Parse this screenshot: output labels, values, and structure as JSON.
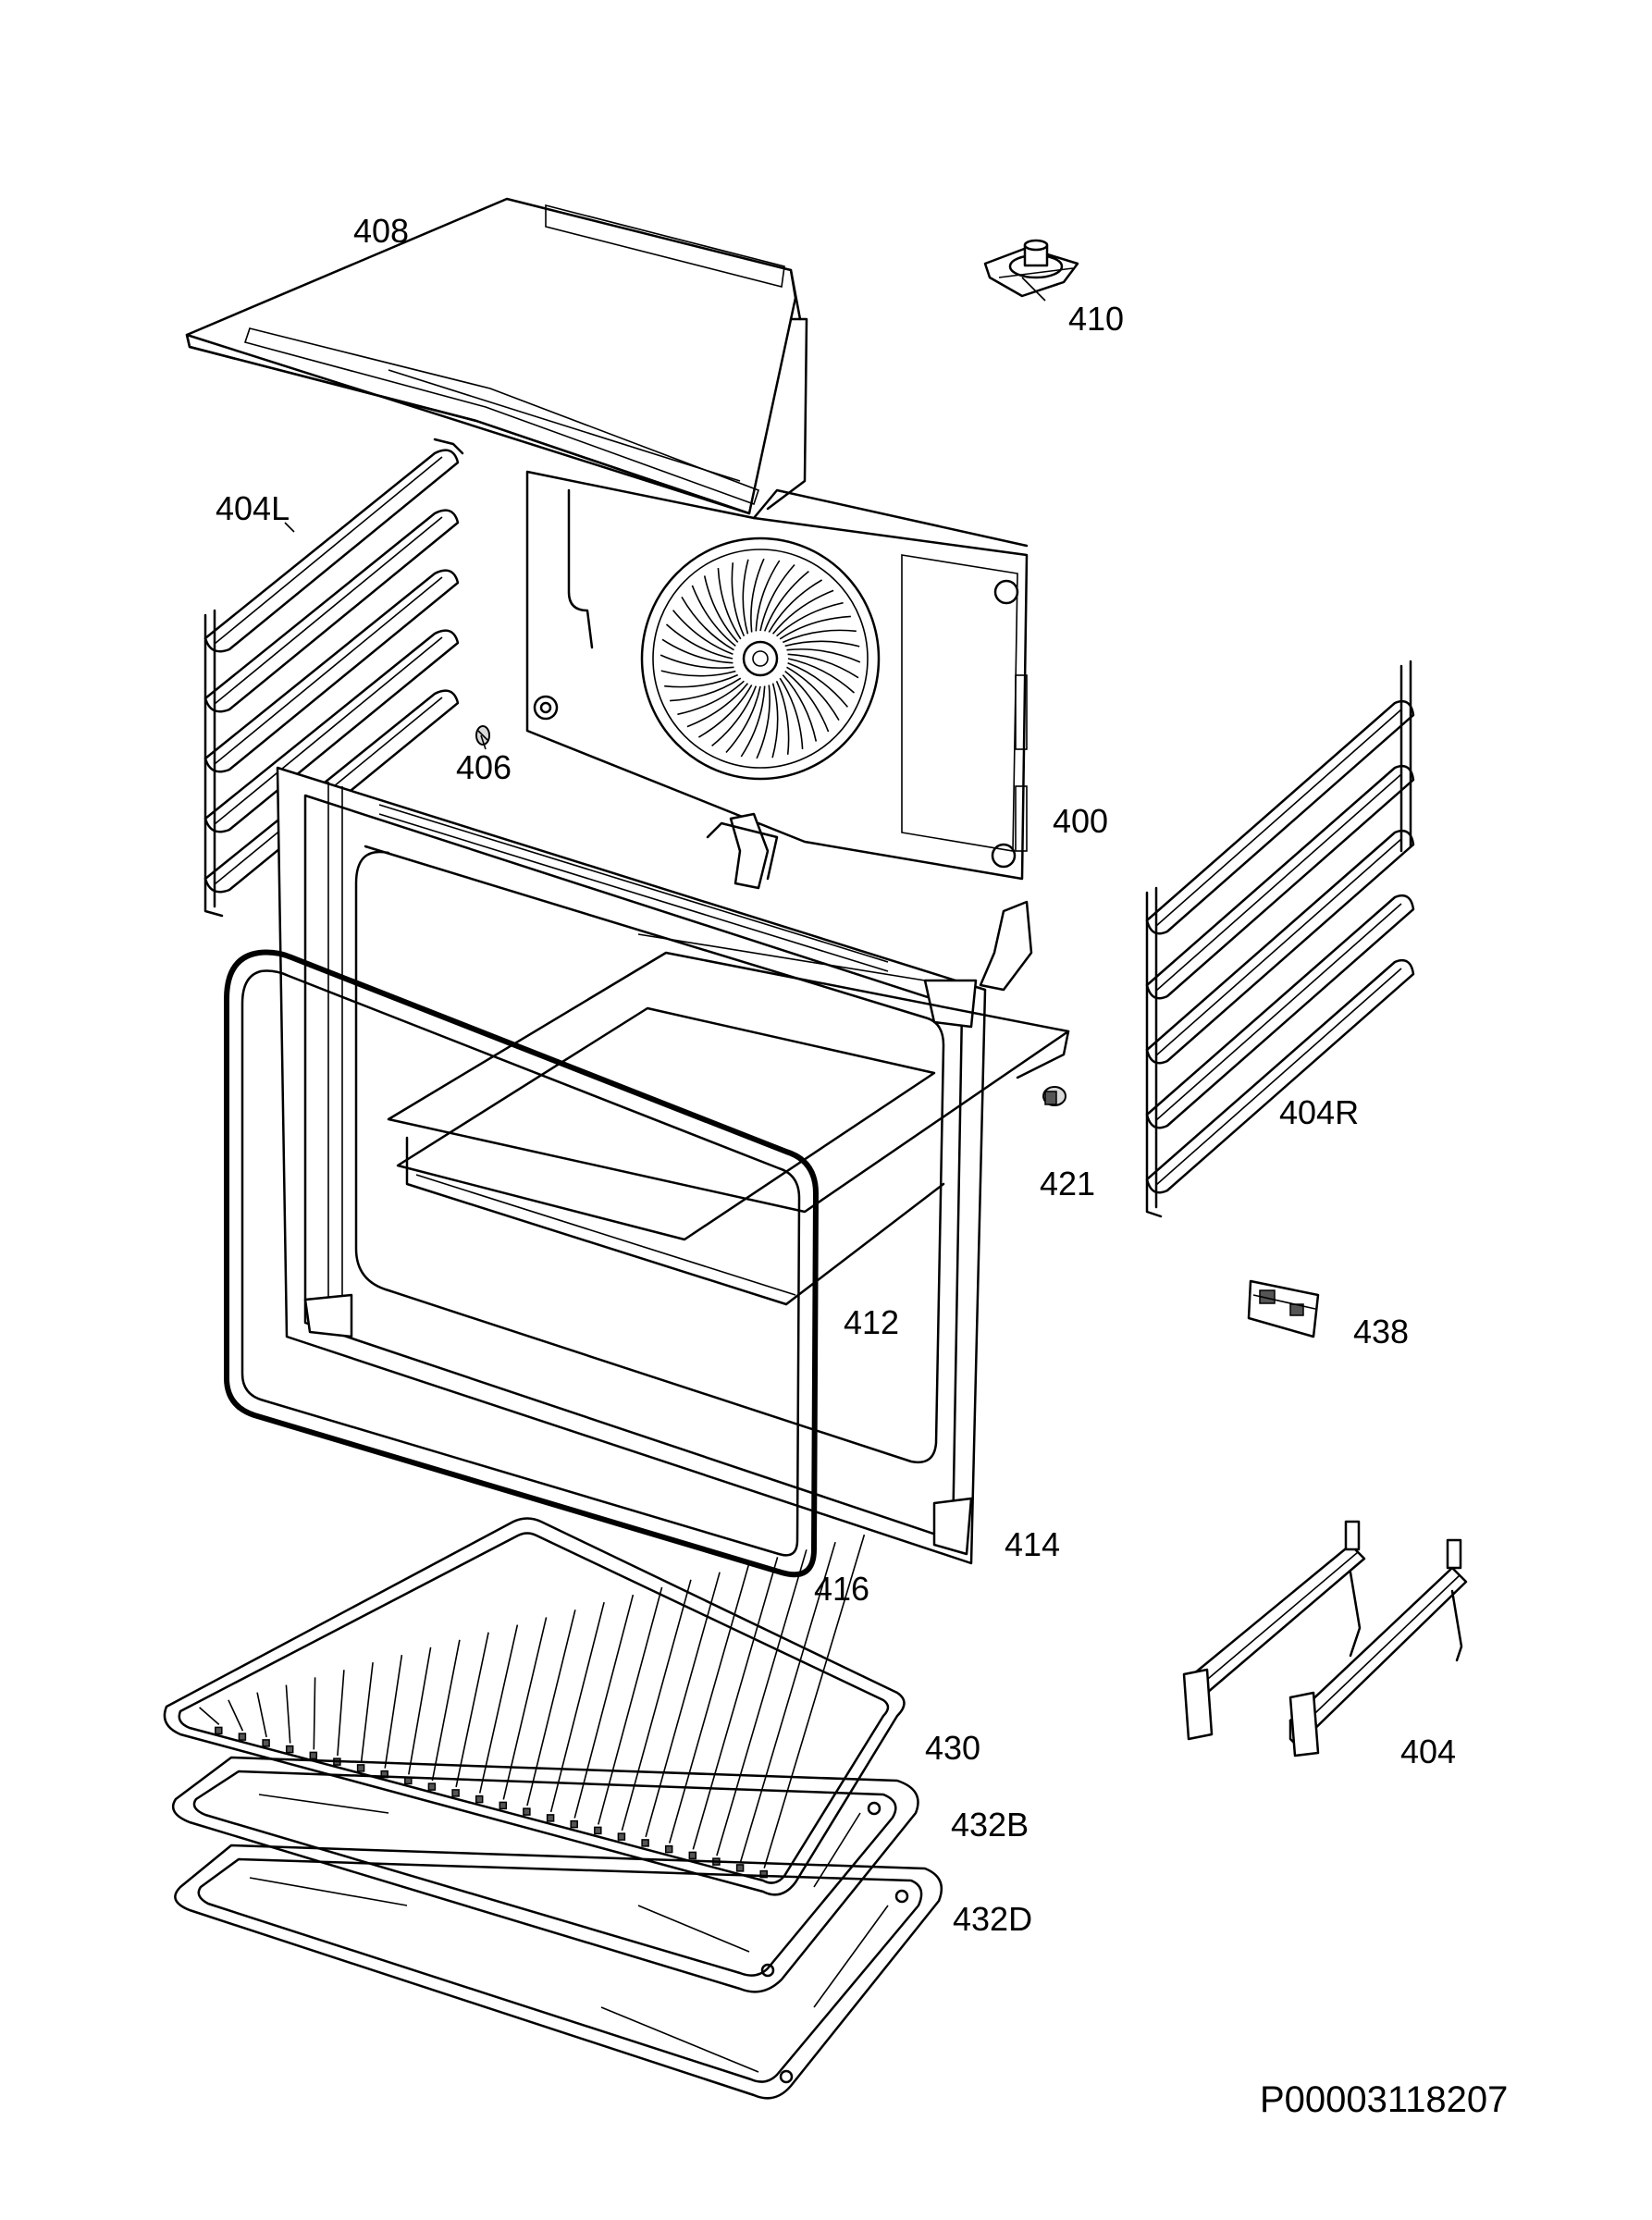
{
  "diagram": {
    "document_code": "P00003118207",
    "parts": [
      {
        "id": "408",
        "label": "408"
      },
      {
        "id": "410",
        "label": "410"
      },
      {
        "id": "404L",
        "label": "404L"
      },
      {
        "id": "406",
        "label": "406"
      },
      {
        "id": "400",
        "label": "400"
      },
      {
        "id": "404R",
        "label": "404R"
      },
      {
        "id": "421",
        "label": "421"
      },
      {
        "id": "412",
        "label": "412"
      },
      {
        "id": "438",
        "label": "438"
      },
      {
        "id": "414",
        "label": "414"
      },
      {
        "id": "416",
        "label": "416"
      },
      {
        "id": "404",
        "label": "404"
      },
      {
        "id": "430",
        "label": "430"
      },
      {
        "id": "432B",
        "label": "432B"
      },
      {
        "id": "432D",
        "label": "432D"
      }
    ]
  }
}
